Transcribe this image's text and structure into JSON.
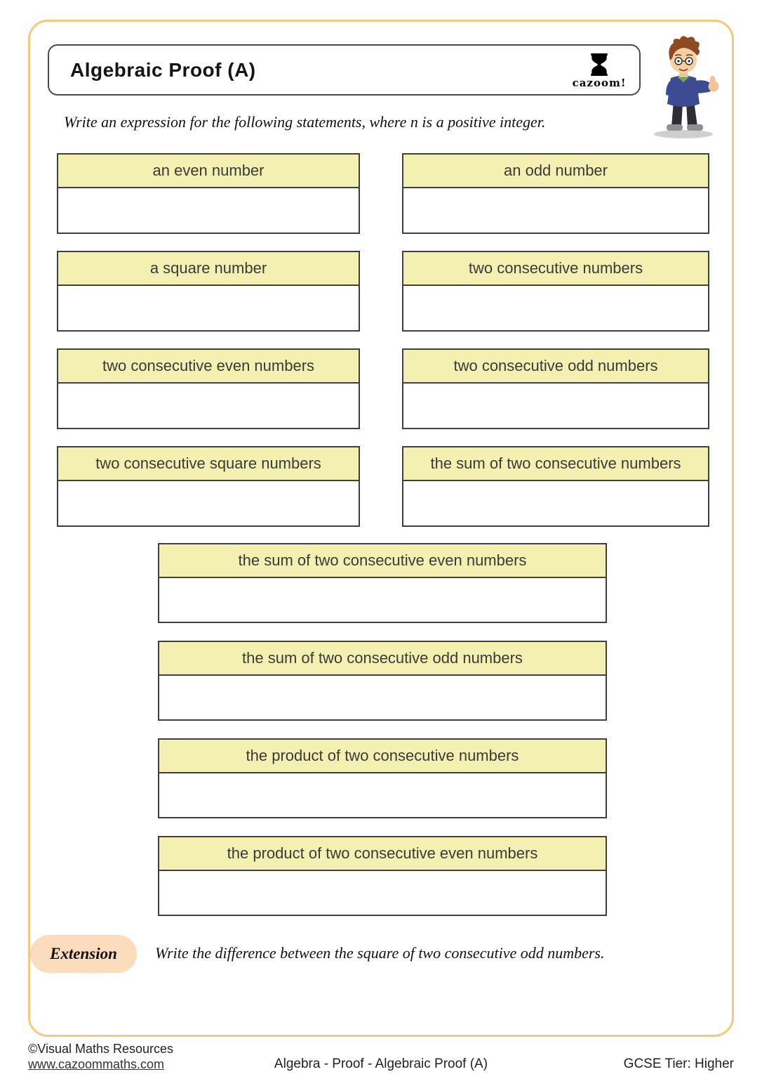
{
  "page": {
    "title": "Algebraic Proof (A)",
    "instruction": "Write an expression for the following statements, where n is a positive integer.",
    "logo_text": "cazoom!"
  },
  "boxes": {
    "grid": [
      {
        "label": "an even number"
      },
      {
        "label": "an odd number"
      },
      {
        "label": "a square number"
      },
      {
        "label": "two consecutive numbers"
      },
      {
        "label": "two consecutive even numbers"
      },
      {
        "label": "two consecutive odd numbers"
      },
      {
        "label": "two consecutive square numbers"
      },
      {
        "label": "the sum of two consecutive numbers"
      }
    ],
    "wide": [
      {
        "label": "the sum of two consecutive even numbers"
      },
      {
        "label": "the sum of two consecutive odd numbers"
      },
      {
        "label": "the product of two consecutive numbers"
      },
      {
        "label": "the product of two consecutive even numbers"
      }
    ]
  },
  "extension": {
    "label": "Extension",
    "text": "Write the difference between the square of two consecutive odd numbers."
  },
  "footer": {
    "copyright": "©Visual Maths Resources",
    "link": "www.cazoommaths.com",
    "center": "Algebra - Proof - Algebraic Proof (A)",
    "right": "GCSE Tier: Higher"
  },
  "colors": {
    "page_border": "#F6C77E",
    "question_header_fill": "#F4F0B1",
    "box_border": "#3F3F3F",
    "extension_badge_fill": "#FBDCBD"
  }
}
